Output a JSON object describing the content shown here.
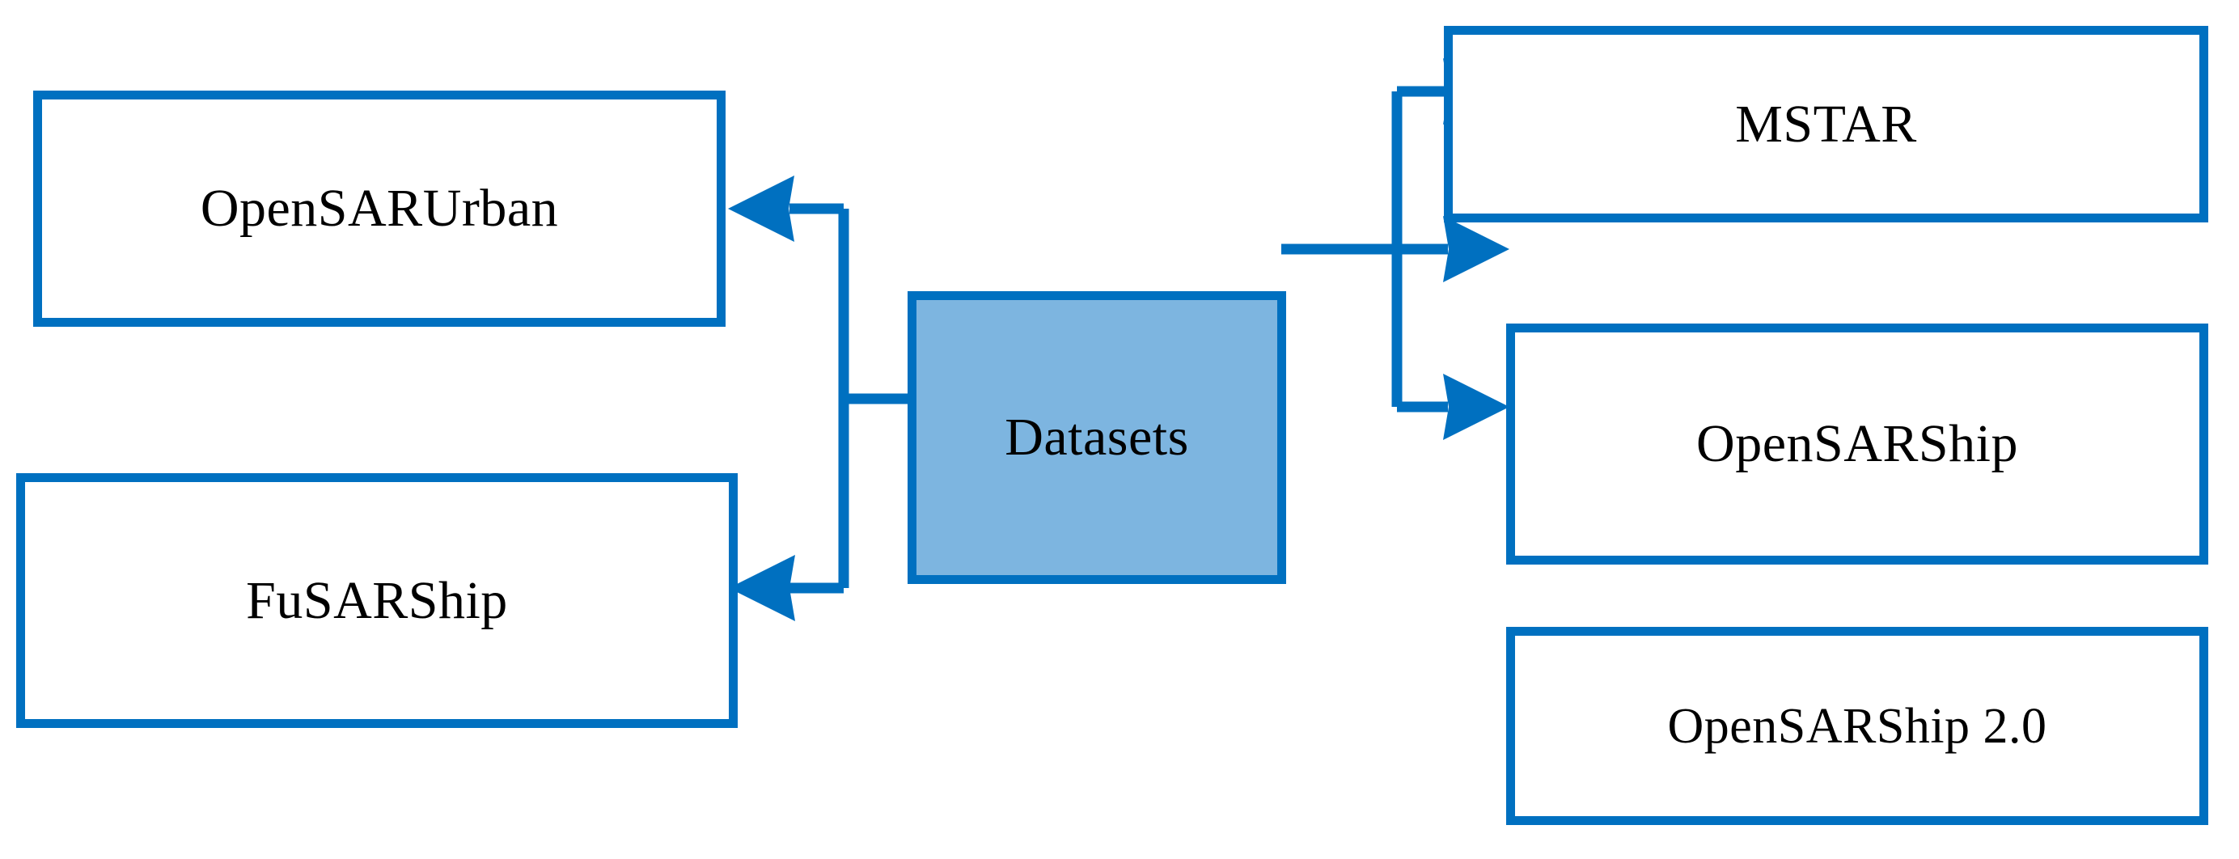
{
  "diagram": {
    "type": "flow-diagram",
    "title": "Datasets",
    "colors": {
      "line": "#0070C0",
      "center_fill": "#7DB5E0",
      "node_fill": "#FFFFFF",
      "text": "#000000",
      "background": "#FFFFFF"
    },
    "center_node": {
      "id": "datasets",
      "label": "Datasets",
      "filled": true
    },
    "left_nodes": [
      {
        "id": "opensarurban",
        "label": "OpenSARUrban"
      },
      {
        "id": "fusarship",
        "label": "FuSARShip"
      }
    ],
    "right_nodes": [
      {
        "id": "mstar",
        "label": "MSTAR"
      },
      {
        "id": "opensarship",
        "label": "OpenSARShip"
      },
      {
        "id": "opensarship20",
        "label": "OpenSARShip 2.0"
      }
    ],
    "edges": [
      {
        "from": "datasets",
        "to": "opensarurban",
        "direction": "left"
      },
      {
        "from": "datasets",
        "to": "fusarship",
        "direction": "left"
      },
      {
        "from": "datasets",
        "to": "mstar",
        "direction": "right"
      },
      {
        "from": "datasets",
        "to": "opensarship",
        "direction": "right"
      },
      {
        "from": "datasets",
        "to": "opensarship20",
        "direction": "right"
      }
    ]
  }
}
